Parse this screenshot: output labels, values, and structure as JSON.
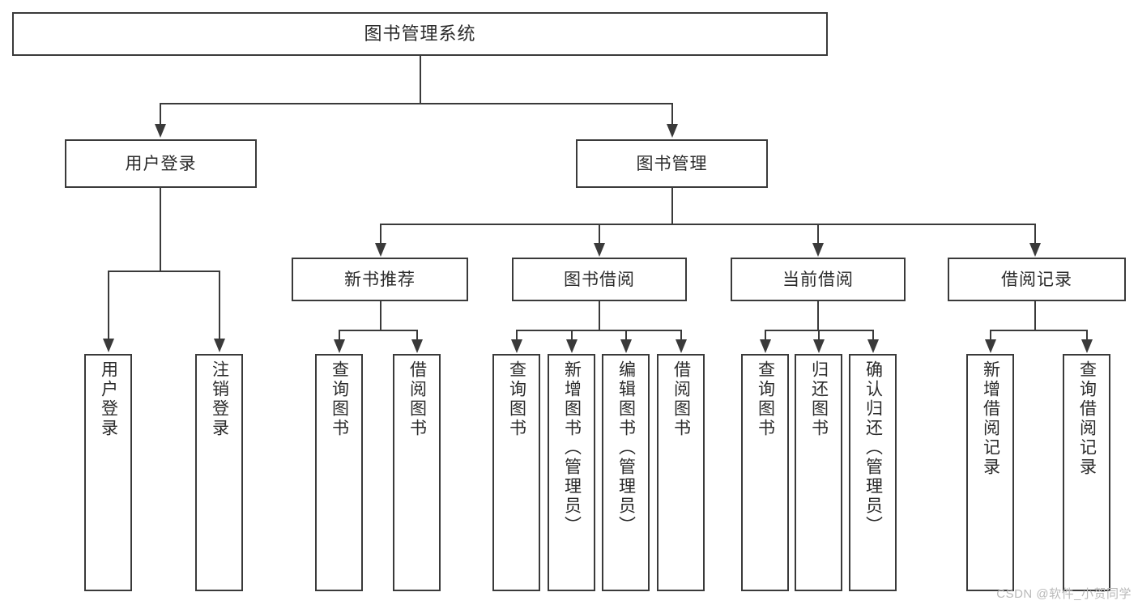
{
  "diagram": {
    "title": "图书管理系统",
    "type": "tree-hierarchy-chart",
    "watermark": "CSDN @软件_小贺同学",
    "colors": {
      "stroke": "#3a3a3a",
      "background": "#ffffff",
      "text": "#2b2b2b",
      "watermark": "#b9b9b9"
    },
    "root": {
      "label": "图书管理系统"
    },
    "level2": [
      {
        "id": "user-login",
        "label": "用户登录"
      },
      {
        "id": "book-management",
        "label": "图书管理"
      }
    ],
    "level3": [
      {
        "id": "new-book-recommend",
        "label": "新书推荐",
        "parent": "book-management"
      },
      {
        "id": "book-borrow",
        "label": "图书借阅",
        "parent": "book-management"
      },
      {
        "id": "current-borrow",
        "label": "当前借阅",
        "parent": "book-management"
      },
      {
        "id": "borrow-record",
        "label": "借阅记录",
        "parent": "book-management"
      }
    ],
    "leaves": {
      "user-login": [
        {
          "id": "leaf-user-login",
          "label": "用户登录"
        },
        {
          "id": "leaf-user-logout",
          "label": "注销登录"
        }
      ],
      "new-book-recommend": [
        {
          "id": "leaf-query-book-1",
          "label": "查询图书"
        },
        {
          "id": "leaf-borrow-book-1",
          "label": "借阅图书"
        }
      ],
      "book-borrow": [
        {
          "id": "leaf-query-book-2",
          "label": "查询图书"
        },
        {
          "id": "leaf-add-book",
          "label": "新增图书（管理员）"
        },
        {
          "id": "leaf-edit-book",
          "label": "编辑图书（管理员）"
        },
        {
          "id": "leaf-borrow-book-2",
          "label": "借阅图书"
        }
      ],
      "current-borrow": [
        {
          "id": "leaf-query-book-3",
          "label": "查询图书"
        },
        {
          "id": "leaf-return-book",
          "label": "归还图书"
        },
        {
          "id": "leaf-confirm-return",
          "label": "确认归还（管理员）"
        }
      ],
      "borrow-record": [
        {
          "id": "leaf-add-borrow-record",
          "label": "新增借阅记录"
        },
        {
          "id": "leaf-query-borrow-record",
          "label": "查询借阅记录"
        }
      ]
    }
  }
}
